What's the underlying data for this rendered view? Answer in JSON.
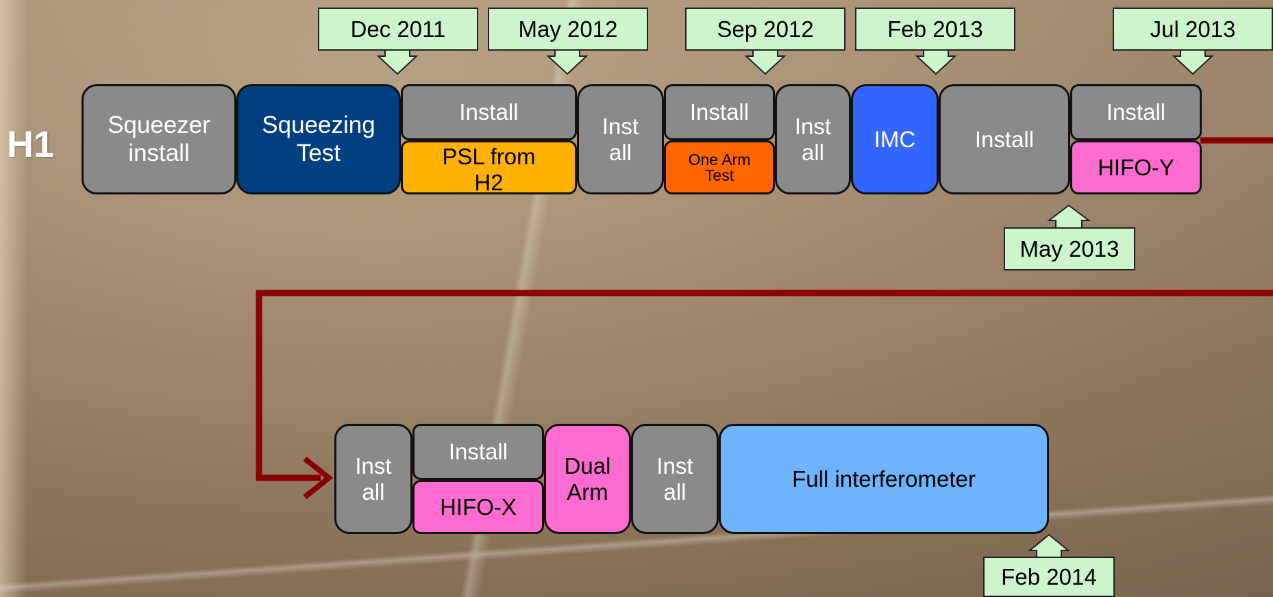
{
  "row_label": "H1",
  "top_row": {
    "squeezer_install": "Squeezer install",
    "squeezing_test": "Squeezing Test",
    "install_1": "Install",
    "psl_from_h2": "PSL from H2",
    "inst_all_1": "Inst all",
    "install_2": "Install",
    "one_arm_test": "One Arm Test",
    "inst_all_2": "Inst all",
    "imc": "IMC",
    "install_3": "Install",
    "install_4": "Install",
    "hifo_y": "HIFO-Y"
  },
  "bottom_row": {
    "inst_all_3": "Inst all",
    "install_5": "Install",
    "hifo_x": "HIFO-X",
    "dual_arm": "Dual Arm",
    "inst_all_4": "Inst all",
    "full_interferometer": "Full interferometer"
  },
  "milestones": {
    "dec_2011": "Dec 2011",
    "may_2012": "May 2012",
    "sep_2012": "Sep 2012",
    "feb_2013": "Feb 2013",
    "jul_2013": "Jul 2013",
    "may_2013": "May 2013",
    "feb_2014": "Feb 2014"
  },
  "colors": {
    "install_gray": "#8a8a8a",
    "squeezing_blue": "#023f80",
    "psl_orange": "#ffb000",
    "one_arm_orange": "#ff6600",
    "imc_blue": "#3366ff",
    "hifo_pink": "#ff6cd0",
    "full_ifo_blue": "#6fb4fb",
    "milestone_green": "#ccf5cc",
    "connector_red": "#8b0000"
  }
}
